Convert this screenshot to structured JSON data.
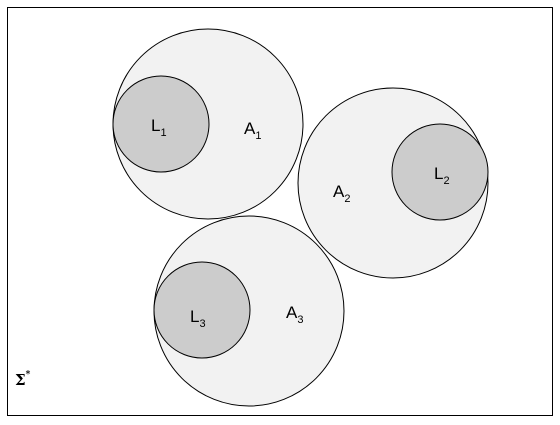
{
  "diagram": {
    "universe": {
      "symbol": "Σ",
      "superscript": "*"
    },
    "regions": [
      {
        "outer": {
          "base": "A",
          "sub": "1"
        },
        "inner": {
          "base": "L",
          "sub": "1"
        }
      },
      {
        "outer": {
          "base": "A",
          "sub": "2"
        },
        "inner": {
          "base": "L",
          "sub": "2"
        }
      },
      {
        "outer": {
          "base": "A",
          "sub": "3"
        },
        "inner": {
          "base": "L",
          "sub": "3"
        }
      }
    ]
  },
  "colors": {
    "outer_fill": "#f2f2f2",
    "inner_fill": "#cccccc",
    "stroke": "#000000",
    "background": "#ffffff"
  }
}
